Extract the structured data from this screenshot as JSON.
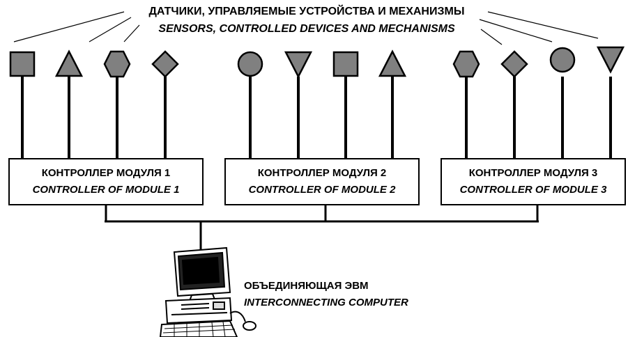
{
  "header": {
    "title_ru": "ДАТЧИКИ, УПРАВЛЯЕМЫЕ УСТРОЙСТВА И МЕХАНИЗМЫ",
    "title_en": "SENSORS, CONTROLLED DEVICES AND MECHANISMS"
  },
  "controllers": [
    {
      "label_ru": "КОНТРОЛЛЕР МОДУЛЯ 1",
      "label_en": "CONTROLLER OF MODULE 1"
    },
    {
      "label_ru": "КОНТРОЛЛЕР МОДУЛЯ 2",
      "label_en": "CONTROLLER OF MODULE 2"
    },
    {
      "label_ru": "КОНТРОЛЛЕР МОДУЛЯ 3",
      "label_en": "CONTROLLER OF MODULE 3"
    }
  ],
  "computer": {
    "label_ru": "ОБЪЕДИНЯЮЩАЯ ЭВМ",
    "label_en": "INTERCONNECTING COMPUTER"
  },
  "devices": [
    {
      "shape": "square"
    },
    {
      "shape": "triangle-up"
    },
    {
      "shape": "hexagon"
    },
    {
      "shape": "diamond"
    },
    {
      "shape": "circle"
    },
    {
      "shape": "triangle-down"
    },
    {
      "shape": "square"
    },
    {
      "shape": "triangle-up"
    },
    {
      "shape": "hexagon"
    },
    {
      "shape": "diamond"
    },
    {
      "shape": "circle"
    },
    {
      "shape": "triangle-down"
    }
  ],
  "colors": {
    "device_fill": "#808080",
    "line": "#000000",
    "box_fill": "#ffffff"
  }
}
